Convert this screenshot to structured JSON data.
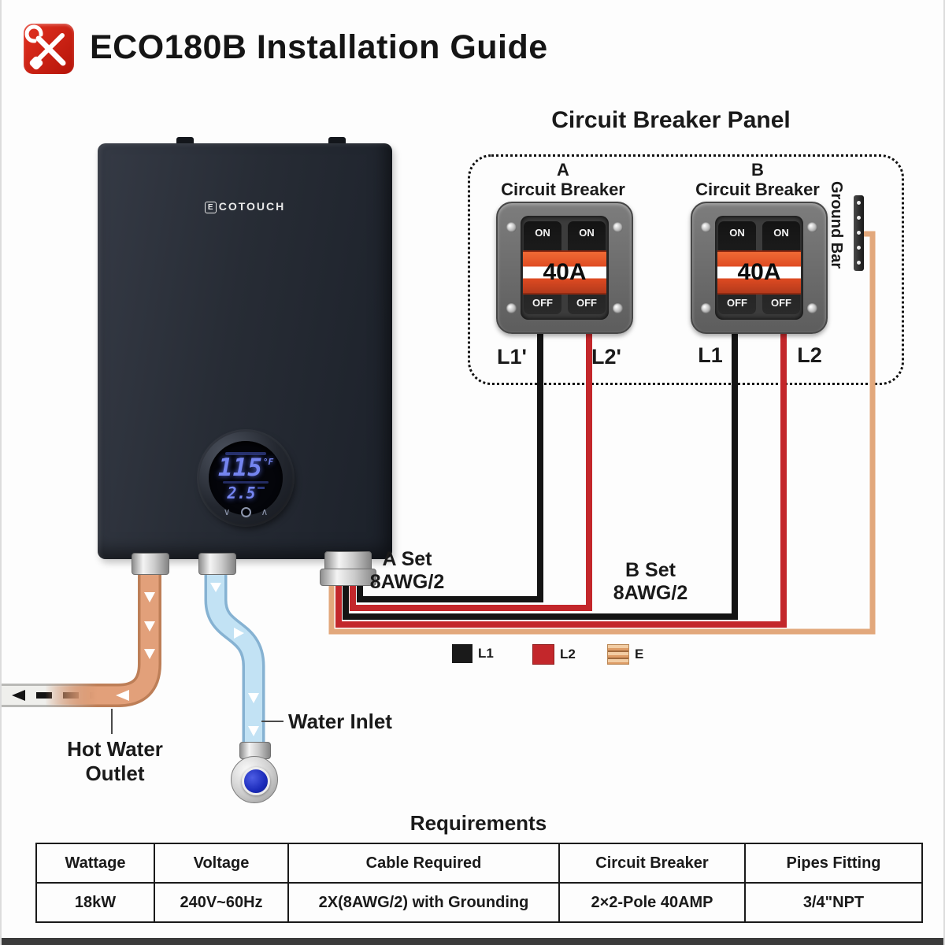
{
  "header": {
    "title": "ECO180B Installation Guide"
  },
  "panel": {
    "title": "Circuit Breaker Panel",
    "ground_bar_label": "Ground Bar",
    "breakers": [
      {
        "name": "A",
        "type_label": "Circuit Breaker",
        "rating": "40A",
        "on_label": "ON",
        "off_label": "OFF",
        "terminal_left": "L1'",
        "terminal_right": "L2'"
      },
      {
        "name": "B",
        "type_label": "Circuit Breaker",
        "rating": "40A",
        "on_label": "ON",
        "off_label": "OFF",
        "terminal_left": "L1",
        "terminal_right": "L2"
      }
    ]
  },
  "heater": {
    "brand_mark": "E",
    "brand_rest": "COTOUCH",
    "display": {
      "temperature": "115",
      "temperature_unit": "°F",
      "flow_rate": "2.5"
    }
  },
  "wiring": {
    "a_set": {
      "line1": "A Set",
      "line2": "8AWG/2"
    },
    "b_set": {
      "line1": "B Set",
      "line2": "8AWG/2"
    },
    "legend": [
      {
        "label": "L1",
        "color": "#1a1a1a"
      },
      {
        "label": "L2",
        "color": "#c3272b"
      },
      {
        "label": "E",
        "color": "#e2a87c"
      }
    ]
  },
  "plumbing": {
    "hot_water_outlet": {
      "line1": "Hot Water",
      "line2": "Outlet"
    },
    "water_inlet": "Water Inlet"
  },
  "requirements": {
    "title": "Requirements",
    "columns": [
      "Wattage",
      "Voltage",
      "Cable Required",
      "Circuit Breaker",
      "Pipes Fitting"
    ],
    "values": [
      "18kW",
      "240V~60Hz",
      "2X(8AWG/2) with Grounding",
      "2×2-Pole 40AMP",
      "3/4\"NPT"
    ]
  },
  "colors": {
    "wire_l1": "#141414",
    "wire_l2": "#c3272b",
    "wire_ground": "#e2a87c",
    "breaker_band": "#e04c22",
    "led_blue": "#7585f0",
    "icon_red": "#cc1f14"
  }
}
